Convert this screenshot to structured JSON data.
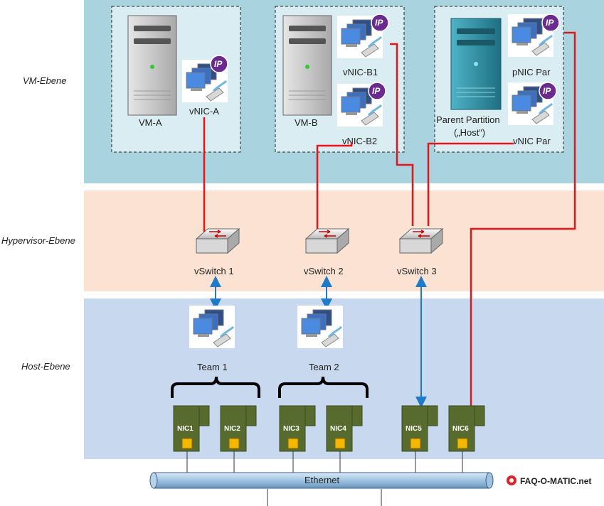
{
  "levels": {
    "vm": "VM-Ebene",
    "hypervisor": "Hypervisor-Ebene",
    "host": "Host-Ebene"
  },
  "vms": {
    "vm_a": "VM-A",
    "vm_b": "VM-B",
    "parent_line1": "Parent Partition",
    "parent_line2": "(„Host“)"
  },
  "vnics": {
    "vnic_a": "vNIC-A",
    "vnic_b1": "vNIC-B1",
    "vnic_b2": "vNIC-B2",
    "pnic_par": "pNIC Par",
    "vnic_par": "vNIC Par",
    "ip_badge": "IP"
  },
  "switches": [
    "vSwitch 1",
    "vSwitch 2",
    "vSwitch 3"
  ],
  "teams": [
    "Team 1",
    "Team 2"
  ],
  "nics": [
    "NIC1",
    "NIC2",
    "NIC3",
    "NIC4",
    "NIC5",
    "NIC6"
  ],
  "network": {
    "ethernet": "Ethernet"
  },
  "brand": "FAQ-O-MATIC.net",
  "colors": {
    "vm_band": "#a9d4df",
    "hypervisor_band": "#fbe2d3",
    "host_band": "#c8d8ee",
    "link_red": "#e8141a",
    "link_blue": "#1f7ac8",
    "nic_green": "#586b2e",
    "ip_purple": "#6a2a8e",
    "host_server_teal": "#2a8fa3"
  }
}
